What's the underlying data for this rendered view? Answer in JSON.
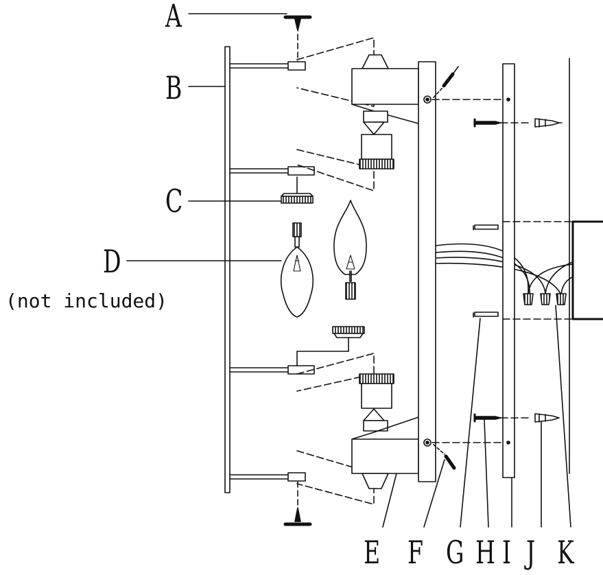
{
  "labels": {
    "A": "A",
    "B": "B",
    "C": "C",
    "D": "D",
    "D_note": "(not included)",
    "E": "E",
    "F": "F",
    "G": "G",
    "H": "H",
    "I": "I",
    "J": "J",
    "K": "K"
  },
  "colors": {
    "line": "#111111",
    "background": "#ffffff"
  }
}
